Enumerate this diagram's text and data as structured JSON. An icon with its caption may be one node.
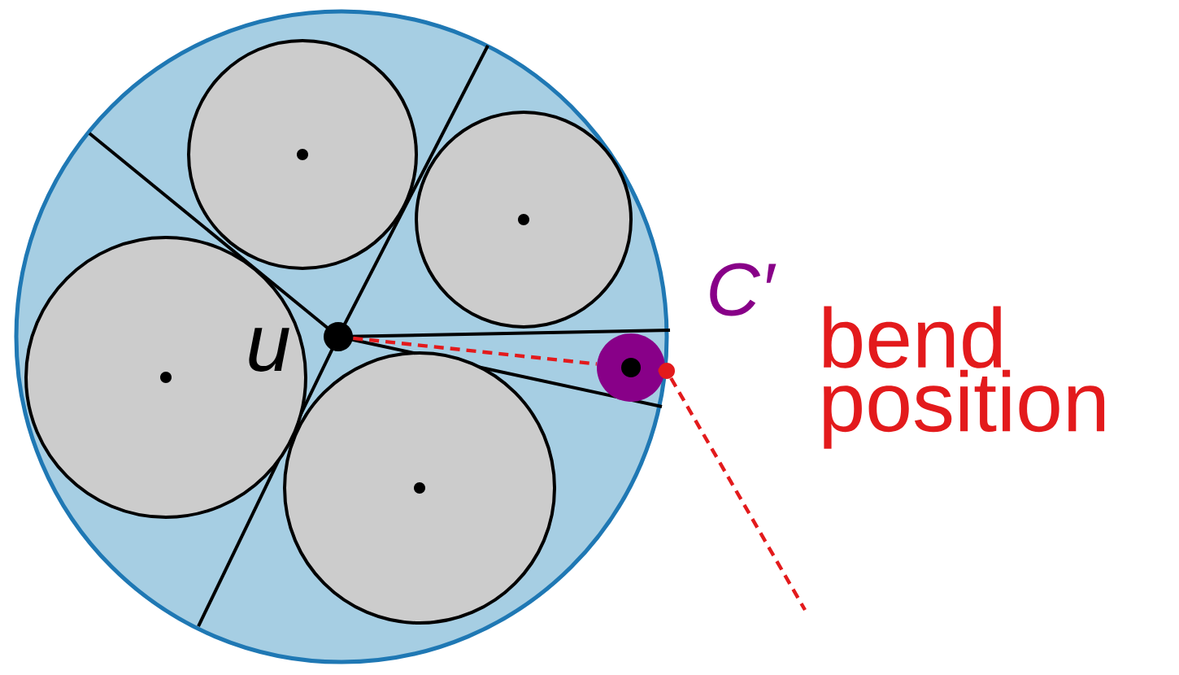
{
  "diagram": {
    "nodes": [
      {
        "text": [],
        "shape": "circle"
      },
      {
        "text": [],
        "shape": "circle",
        "in": 0
      },
      {
        "text": [],
        "shape": "circle",
        "in": 0
      },
      {
        "text": [],
        "shape": "circle",
        "in": 0
      },
      {
        "text": [],
        "shape": "circle",
        "in": 0
      },
      {
        "text": [],
        "shape": "circle",
        "in": 0,
        "beside": [
          "u"
        ]
      },
      {
        "text": [],
        "shape": "circle",
        "in": 0,
        "beside": [
          "C′"
        ]
      },
      {
        "text": [],
        "shape": "circle"
      }
    ],
    "edges": [
      {
        "from": 5,
        "to": 6,
        "arrow": "none",
        "style": "dashed",
        "color": "#e31a1c"
      },
      {
        "from": 6,
        "to": 7,
        "arrow": "none",
        "style": "dashed",
        "color": "#e31a1c"
      },
      {
        "from": 7,
        "to": null,
        "arrow": "none",
        "style": "dashed",
        "color": "#e31a1c"
      }
    ],
    "labels": [
      "bend position"
    ]
  }
}
